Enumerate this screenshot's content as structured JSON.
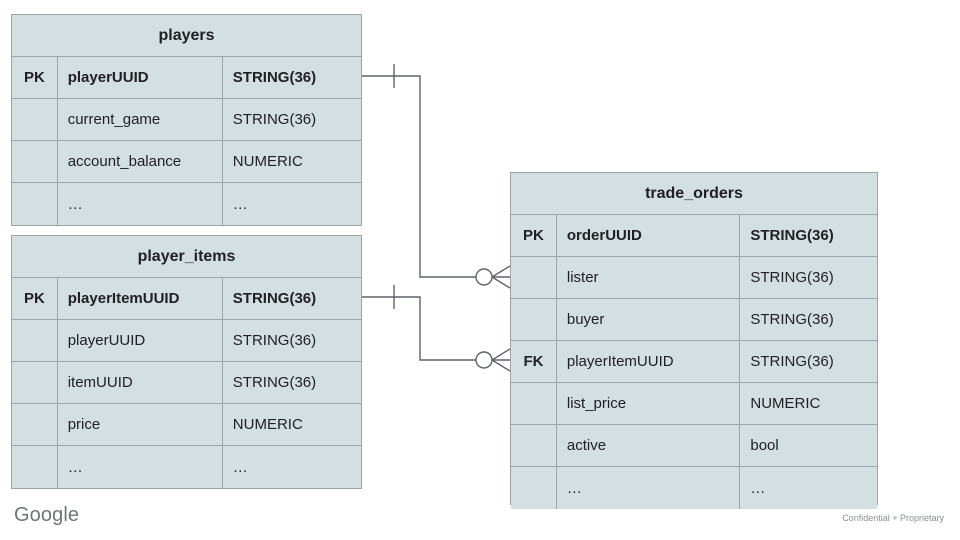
{
  "diagram": {
    "type": "entity-relationship-diagram",
    "notation": "crow's-foot",
    "colors": {
      "entity_fill": "#d4dfe1",
      "entity_border": "#9aa5a8",
      "connector": "#5f6368",
      "canvas": "#ffffff",
      "footer_text": "#70757a"
    },
    "entities": [
      {
        "id": "players",
        "title": "players",
        "rows": [
          {
            "key": "PK",
            "name": "playerUUID",
            "type": "STRING(36)",
            "primary": true
          },
          {
            "key": "",
            "name": "current_game",
            "type": "STRING(36)",
            "primary": false
          },
          {
            "key": "",
            "name": "account_balance",
            "type": "NUMERIC",
            "primary": false
          },
          {
            "key": "",
            "name": "…",
            "type": "…",
            "primary": false
          }
        ]
      },
      {
        "id": "player_items",
        "title": "player_items",
        "rows": [
          {
            "key": "PK",
            "name": "playerItemUUID",
            "type": "STRING(36)",
            "primary": true
          },
          {
            "key": "",
            "name": "playerUUID",
            "type": "STRING(36)",
            "primary": false
          },
          {
            "key": "",
            "name": "itemUUID",
            "type": "STRING(36)",
            "primary": false
          },
          {
            "key": "",
            "name": "price",
            "type": "NUMERIC",
            "primary": false
          },
          {
            "key": "",
            "name": "…",
            "type": "…",
            "primary": false
          }
        ]
      },
      {
        "id": "trade_orders",
        "title": "trade_orders",
        "rows": [
          {
            "key": "PK",
            "name": "orderUUID",
            "type": "STRING(36)",
            "primary": true
          },
          {
            "key": "",
            "name": "lister",
            "type": "STRING(36)",
            "primary": false
          },
          {
            "key": "",
            "name": "buyer",
            "type": "STRING(36)",
            "primary": false
          },
          {
            "key": "FK",
            "name": "playerItemUUID",
            "type": "STRING(36)",
            "primary": false
          },
          {
            "key": "",
            "name": "list_price",
            "type": "NUMERIC",
            "primary": false
          },
          {
            "key": "",
            "name": "active",
            "type": "bool",
            "primary": false
          },
          {
            "key": "",
            "name": "…",
            "type": "…",
            "primary": false
          }
        ]
      }
    ],
    "relationships": [
      {
        "id": "players-to-trade_orders",
        "from_entity": "players",
        "from_field": "playerUUID",
        "from_cardinality": "one",
        "to_entity": "trade_orders",
        "to_field": "lister",
        "to_cardinality": "zero-or-many"
      },
      {
        "id": "player_items-to-trade_orders",
        "from_entity": "player_items",
        "from_field": "playerItemUUID",
        "from_cardinality": "one",
        "to_entity": "trade_orders",
        "to_field": "playerItemUUID",
        "to_cardinality": "zero-or-many"
      }
    ]
  },
  "footer": {
    "logo_text": "Google",
    "note": "Confidential + Proprietary"
  }
}
